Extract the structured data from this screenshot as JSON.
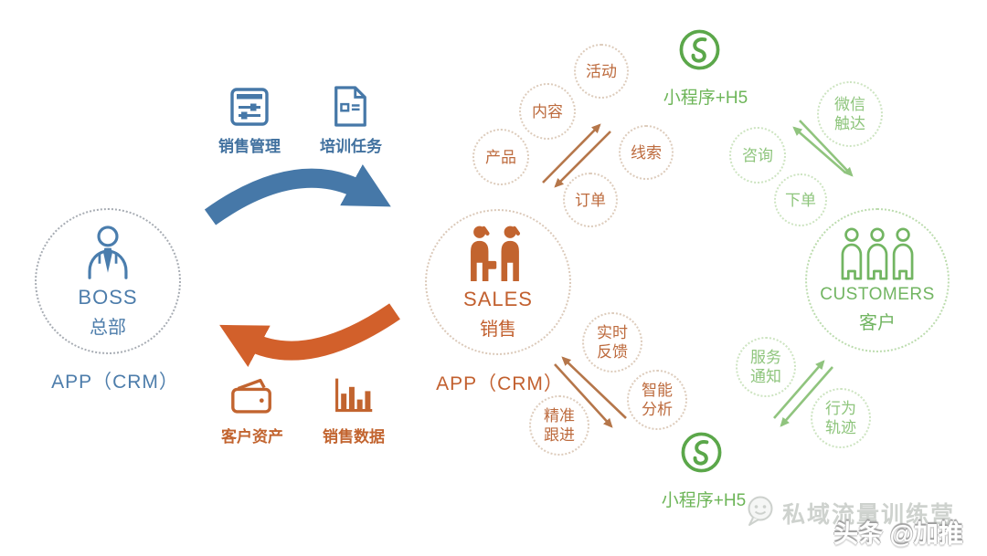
{
  "colors": {
    "blue": "#4678a8",
    "blue_text": "#4d7dab",
    "orange": "#d2602b",
    "orange_icon": "#c2642f",
    "orange_bubble_text": "#bd6b3e",
    "orange_small_arrow": "#b5764a",
    "green": "#5ba74a",
    "green_text": "#6db558",
    "green_customers": "#72b562",
    "green_bubble_text": "#8ec57c",
    "green_small_arrow": "#90c47e",
    "watermark_gray": "#ced2ce"
  },
  "boss": {
    "title": "BOSS",
    "subtitle": "总部",
    "app": "APP（CRM）"
  },
  "sales": {
    "title": "SALES",
    "subtitle": "销售",
    "app": "APP（CRM）"
  },
  "customers": {
    "title": "CUSTOMERS",
    "subtitle": "客户"
  },
  "tools_top": {
    "sales_mgmt": "销售管理",
    "training": "培训任务"
  },
  "tools_bottom": {
    "customer_assets": "客户资产",
    "sales_data": "销售数据"
  },
  "miniprogram": {
    "top": "小程序+H5",
    "bottom": "小程序+H5"
  },
  "bubbles": {
    "product": "产品",
    "content": "内容",
    "activity": "活动",
    "leads": "线索",
    "orders": "订单",
    "realtime_feedback": "实时反馈",
    "smart_analysis": "智能分析",
    "precise_followup": "精准跟进",
    "consult": "咨询",
    "place_order": "下单",
    "wechat_reach": "微信触达",
    "service_notice": "服务通知",
    "behavior_track": "行为轨迹"
  },
  "watermark": {
    "brand": "私域流量训练营",
    "credit": "头条 @加推"
  }
}
